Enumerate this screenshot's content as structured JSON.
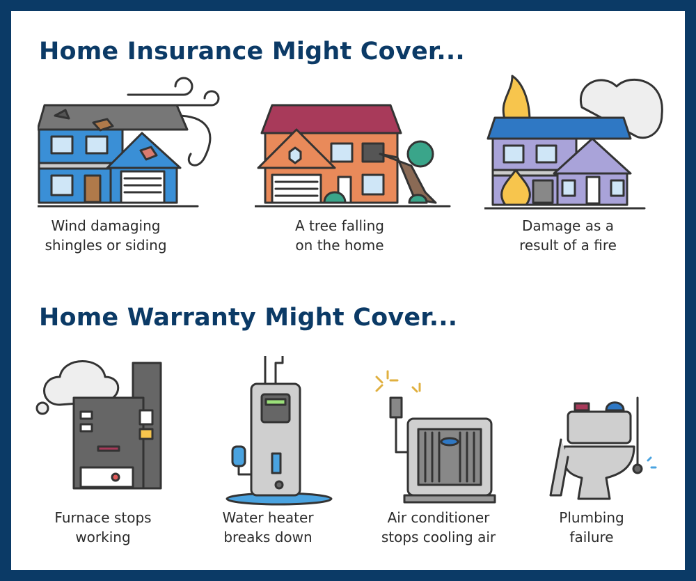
{
  "insurance": {
    "title": "Home Insurance Might Cover...",
    "items": [
      {
        "icon": "wind-damaged-house-icon",
        "line1": "Wind damaging",
        "line2": "shingles or siding"
      },
      {
        "icon": "tree-fallen-house-icon",
        "line1": "A tree falling",
        "line2": "on the home"
      },
      {
        "icon": "house-fire-icon",
        "line1": "Damage as a",
        "line2": "result of a fire"
      }
    ]
  },
  "warranty": {
    "title": "Home Warranty Might Cover...",
    "items": [
      {
        "icon": "furnace-icon",
        "line1": "Furnace stops",
        "line2": "working"
      },
      {
        "icon": "water-heater-icon",
        "line1": "Water heater",
        "line2": "breaks down"
      },
      {
        "icon": "air-conditioner-icon",
        "line1": "Air conditioner",
        "line2": "stops cooling air"
      },
      {
        "icon": "toilet-icon",
        "line1": "Plumbing",
        "line2": "failure"
      }
    ]
  },
  "colors": {
    "navy": "#0b3a66",
    "text": "#2b2b2b"
  }
}
